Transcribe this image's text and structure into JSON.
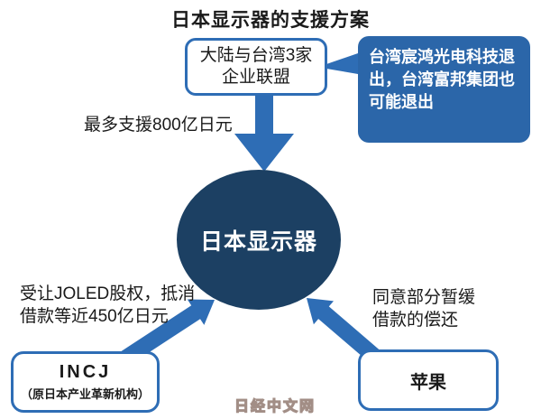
{
  "title": "日本显示器的支援方案",
  "watermark": "日经中文网",
  "colors": {
    "accent": "#2e6db5",
    "note-bg": "#2b66a9",
    "circle-bg": "#1c4063",
    "ink": "#1a1a1a",
    "wm": "#9e8880"
  },
  "nodes": {
    "alliance": {
      "label": "大陆与台湾3家\n企业联盟"
    },
    "taiwan_note": {
      "label": "台湾宸鸿光电科技退出，台湾富邦集团也可能退出"
    },
    "jdi": {
      "label": "日本显示器"
    },
    "incj": {
      "name": "INCJ",
      "subtitle": "（原日本产业革新机构）"
    },
    "apple": {
      "label": "苹果"
    }
  },
  "edge_labels": {
    "alliance_to_jdi": "最多支援800亿日元",
    "incj_to_jdi": "受让JOLED股权，抵消\n借款等近450亿日元",
    "apple_to_jdi": "同意部分暂缓\n借款的偿还"
  }
}
